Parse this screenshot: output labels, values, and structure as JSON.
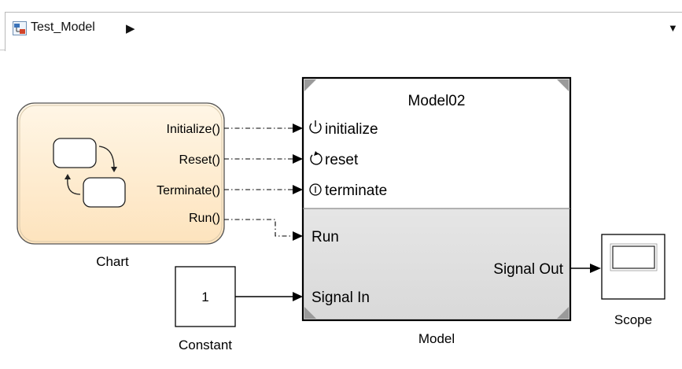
{
  "breadcrumb": {
    "model_name": "Test_Model",
    "separator_icon": "right-triangle-icon",
    "dropdown_icon": "down-triangle-icon"
  },
  "chart_block": {
    "name": "Chart",
    "ports": [
      "Initialize()",
      "Reset()",
      "Terminate()",
      "Run()"
    ],
    "fill_color": "#fde9c9"
  },
  "model_block": {
    "title": "Model02",
    "name": "Model",
    "event_ports": [
      {
        "label": "initialize",
        "icon": "power-icon"
      },
      {
        "label": "reset",
        "icon": "reset-icon"
      },
      {
        "label": "terminate",
        "icon": "terminate-icon"
      }
    ],
    "input_ports": [
      "Run",
      "Signal In"
    ],
    "output_ports": [
      "Signal Out"
    ]
  },
  "constant_block": {
    "name": "Constant",
    "value": "1"
  },
  "scope_block": {
    "name": "Scope"
  }
}
